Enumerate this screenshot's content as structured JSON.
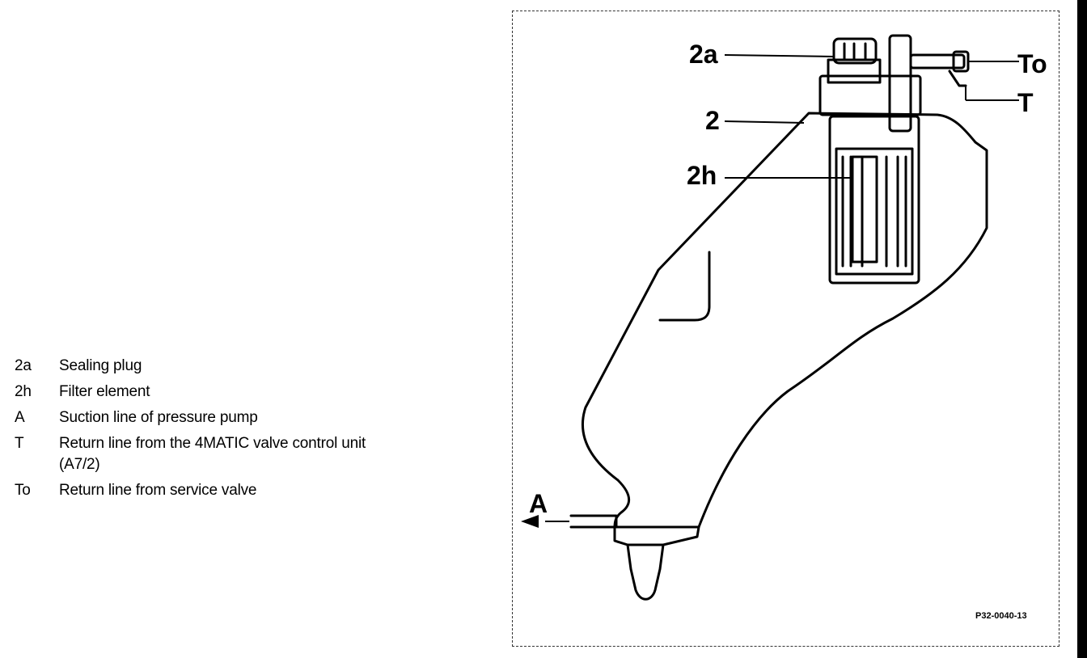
{
  "legend": {
    "items": [
      {
        "key": "2a",
        "description": "Sealing plug"
      },
      {
        "key": "2h",
        "description": "Filter element"
      },
      {
        "key": "A",
        "description": "Suction line of pressure pump"
      },
      {
        "key": "T",
        "description": "Return line from the 4MATIC valve control unit (A7/2)"
      },
      {
        "key": "To",
        "description": "Return line from service valve"
      }
    ]
  },
  "diagram": {
    "callouts": {
      "sealing_plug": "2a",
      "reservoir": "2",
      "filter_element": "2h",
      "suction_line": "A",
      "return_line_valve_unit": "T",
      "return_line_service_valve": "To"
    },
    "figure_code": "P32-0040-13"
  }
}
